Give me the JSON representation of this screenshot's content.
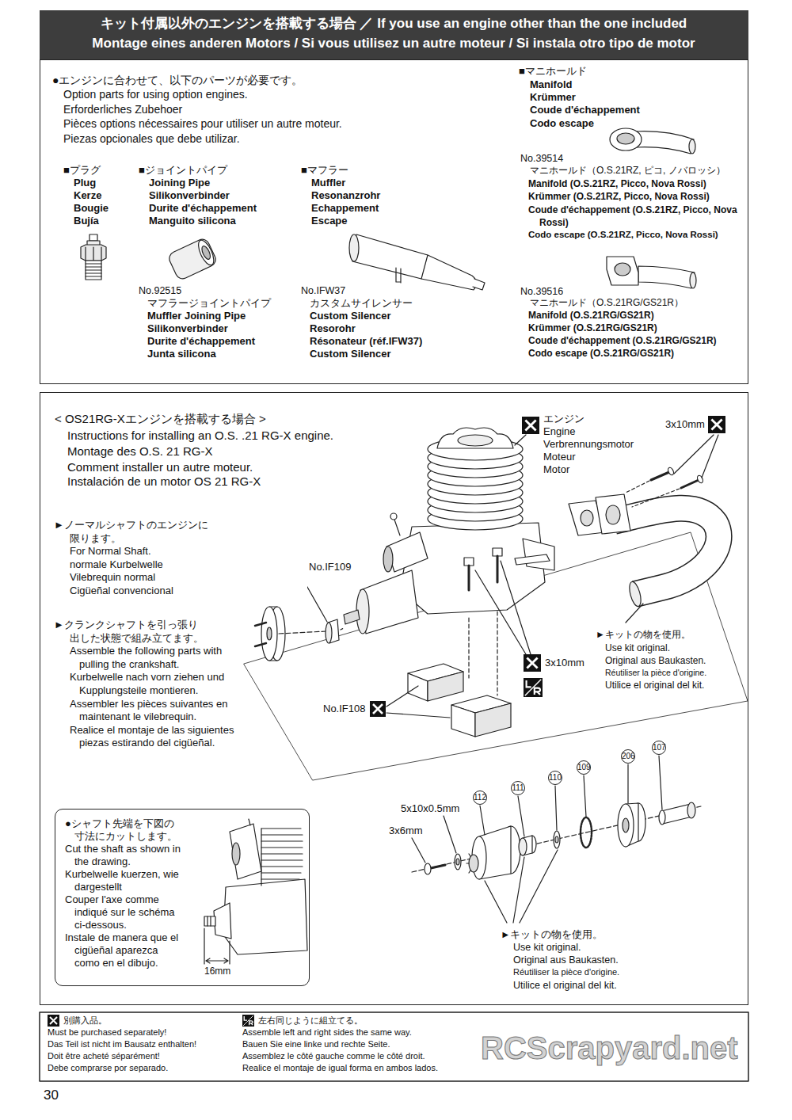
{
  "diagram": {
    "nodes": [
      {
        "text": [
          "キット付属以外のエンジンを搭載する場合 ／ If you use an engine other than the one included",
          "Montage eines anderen Motors / Si vous utilisez un autre moteur / Si instala otro tipo de motor"
        ]
      },
      {
        "text": [
          "●エンジンに合わせて、以下のパーツが必要です。",
          "Option parts for using option engines.",
          "Erforderliches Zubehoer",
          "Pièces options nécessaires pour utiliser un autre moteur.",
          "Piezas opcionales que debe utilizar."
        ]
      },
      {
        "text": [
          "< OS21RG-Xエンジンを搭載する場合 >",
          "Instructions for installing an O.S. .21 RG-X engine.",
          "Montage des O.S. 21 RG-X",
          "Comment installer un autre moteur.",
          "Instalación de un motor OS 21 RG-X"
        ]
      },
      {
        "text": [
          "●シャフト先端を下図の寸法にカットします。",
          "Cut the shaft as shown in the drawing.",
          "Kurbelwelle kuerzen, wie dargestellt",
          "Couper l'axe comme indiqué sur le schéma ci-dessous.",
          "Instale de manera que el cigüeñal aparezca como en el dibujo."
        ],
        "in": 2
      }
    ],
    "labels": [
      "■プラグ",
      "Plug",
      "Kerze",
      "Bougie",
      "Bujía",
      "■ジョイントパイプ",
      "Joining Pipe",
      "Silikonverbinder",
      "Durite d'échappement",
      "Manguito silicona",
      "■マフラー",
      "Muffler",
      "Resonanzrohr",
      "Echappement",
      "Escape",
      "■マニホールド",
      "Manifold",
      "Krümmer",
      "Coude d'échappement",
      "Codo escape",
      "No.39514",
      "マニホールド（O.S.21RZ, ピコ, ノバロッシ）",
      "Manifold (O.S.21RZ, Picco, Nova Rossi)",
      "Krümmer (O.S.21RZ, Picco, Nova Rossi)",
      "Coude d'échappement (O.S.21RZ, Picco, Nova Rossi)",
      "Codo escape (O.S.21RZ, Picco, Nova Rossi)",
      "No.39516",
      "マニホールド（O.S.21RG/GS21R）",
      "Manifold (O.S.21RG/GS21R)",
      "Krümmer (O.S.21RG/GS21R)",
      "Coude d'échappement (O.S.21RG/GS21R)",
      "Codo escape (O.S.21RG/GS21R)",
      "No.92515",
      "マフラージョイントパイプ",
      "Muffler Joining Pipe",
      "Silikonverbinder",
      "Durite d'échappement",
      "Junta silicona",
      "No.IFW37",
      "カスタムサイレンサー",
      "Custom Silencer",
      "Resorohr",
      "Résonateur (réf.IFW37)",
      "Custom Silencer",
      "►ノーマルシャフトのエンジンに限ります。",
      "For Normal Shaft.",
      "normale Kurbelwelle",
      "Vilebrequin normal",
      "Cigüeñal convencional",
      "►クランクシャフトを引っ張り出した状態で組み立てます。",
      "Assemble the following parts with pulling the crankshaft.",
      "Kurbelwelle nach vorn ziehen und Kupplungsteile montieren.",
      "Assembler les pièces suivantes en maintenant le vilebrequin.",
      "Realice el montaje de las siguientes piezas estirando del cigüeñal.",
      "No.IF109",
      "No.IF108",
      "エンジン",
      "Engine",
      "Verbrennungsmotor",
      "Moteur",
      "Motor",
      "3x10mm",
      "3x10mm",
      "►キットの物を使用。",
      "Use kit original.",
      "Original aus Baukasten.",
      "Réutiliser la pièce d'origine.",
      "Utilice el original del kit.",
      "5x10x0.5mm",
      "3x6mm",
      "112",
      "111",
      "110",
      "109",
      "206",
      "107",
      "►キットの物を使用。",
      "Use kit original.",
      "Original aus Baukasten.",
      "Réutiliser la pièce d'origine.",
      "Utilice el original del kit.",
      "16mm",
      "Must be purchased separately!",
      "Das Teil ist nicht im Bausatz enthalten!",
      "Doit être acheté séparément!",
      "Debe comprarse por separado.",
      "Assemble left and right sides the same way.",
      "Bauen Sie eine linke und rechte Seite.",
      "Assemblez le côté gauche comme le côté droit.",
      "Realice el montaje de igual forma en ambos lados.",
      "RCScrapyard.net",
      "30"
    ],
    "legend": [
      {
        "text": "別購入品。"
      },
      {
        "text": "左右同じように組立てる。"
      }
    ]
  }
}
